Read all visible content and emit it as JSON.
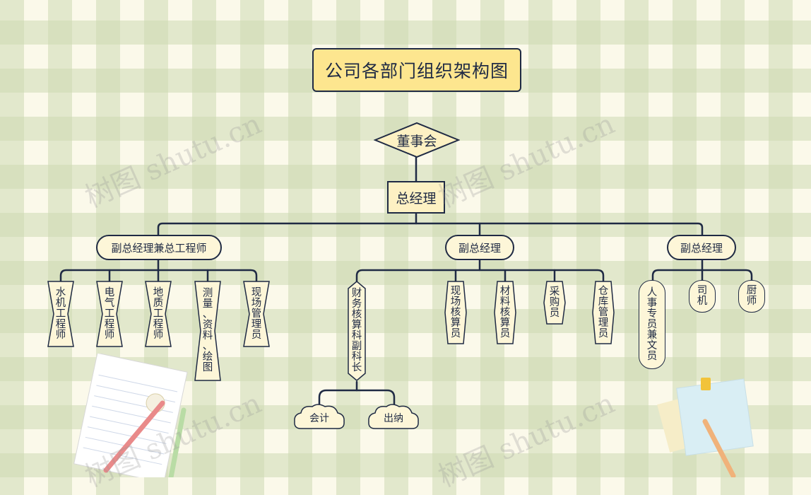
{
  "title": "公司各部门组织架构图",
  "watermark": "树图 shutu.cn",
  "nodes": {
    "board": "董事会",
    "gm": "总经理",
    "vp1": "副总经理兼总工程师",
    "vp2": "副总经理",
    "vp3": "副总经理",
    "e1": "水机工程师",
    "e2": "电气工程师",
    "e3": "地质工程师",
    "e4": "测量、资料、绘图",
    "e5": "现场管理员",
    "f1": "财务核算科副科长",
    "f2": "现场核算员",
    "f3": "材料核算员",
    "f4": "采购员",
    "f5": "仓库管理员",
    "acc": "会计",
    "cash": "出纳",
    "h1": "人事专员兼文员",
    "h2": "司机",
    "h3": "厨师"
  },
  "colors": {
    "line": "#1f2a44",
    "title_fill": "#fde68f",
    "box_fill": "#fdf1c3"
  }
}
